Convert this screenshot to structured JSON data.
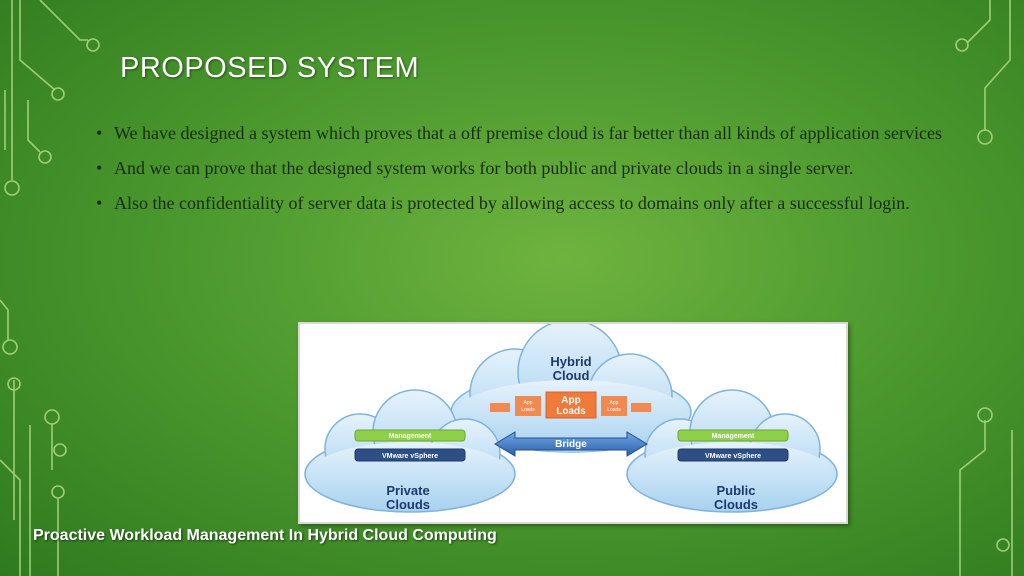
{
  "slide": {
    "title": "PROPOSED SYSTEM",
    "bullets": [
      "We have designed a system which  proves that a off premise cloud is far better than all kinds of application services",
      "And we can prove that the designed system works  for both public and private clouds in a single server.",
      "Also the confidentiality of server data is protected by allowing access to domains only after a successful login."
    ],
    "footer": "Proactive Workload Management In Hybrid Cloud Computing"
  },
  "diagram": {
    "hybrid_label_line1": "Hybrid",
    "hybrid_label_line2": "Cloud",
    "app_loads_main_line1": "App",
    "app_loads_main_line2": "Loads",
    "app_loads_small_line1": "App",
    "app_loads_small_line2": "Loads",
    "bridge_label": "Bridge",
    "private": {
      "management": "Management",
      "vsphere": "VMware vSphere",
      "label_line1": "Private",
      "label_line2": "Clouds"
    },
    "public": {
      "management": "Management",
      "vsphere": "VMware vSphere",
      "label_line1": "Public",
      "label_line2": "Clouds"
    }
  },
  "colors": {
    "background": "#4d9a2f",
    "circuit_lines": "#b6e08a",
    "cloud_fill": "#bfdff5",
    "management_green": "#8fcf4a",
    "vsphere_navy": "#2d4f86",
    "app_loads_orange": "#f07a3a",
    "label_navy": "#1d3a6b"
  }
}
